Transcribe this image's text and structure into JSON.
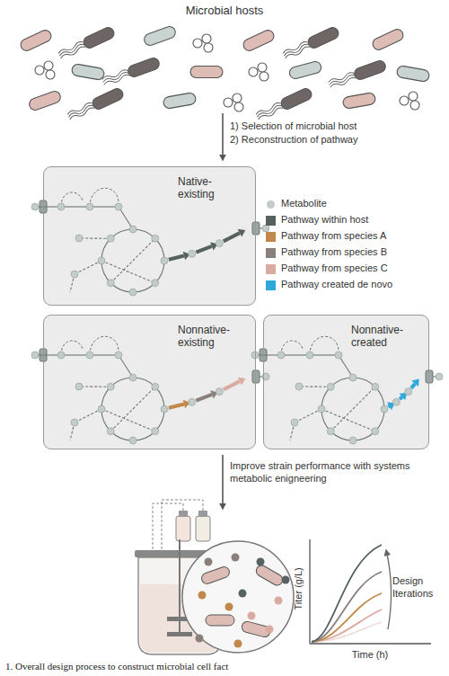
{
  "diagram": {
    "caption": "1. Overall design process to construct microbial cell fact",
    "nodes": [
      {
        "text": [
          "Native-existing"
        ]
      },
      {
        "text": [
          "Nonnative-existing"
        ]
      },
      {
        "text": [
          "Nonnative-created"
        ]
      }
    ],
    "labels": [
      "Microbial hosts",
      "1) Selection of microbial host",
      "2) Reconstruction of pathway",
      "Improve strain performance with systems metabolic enigneering",
      "Titer (g/L)",
      "Time (h)",
      "Design Iterations"
    ],
    "legend": [
      {
        "text": "Metabolite",
        "color": "#c2cdca"
      },
      {
        "text": "Pathway within host",
        "color": "#56625f"
      },
      {
        "text": "Pathway from species A",
        "color": "#c0884a"
      },
      {
        "text": "Pathway from species B",
        "color": "#8a7f7a"
      },
      {
        "text": "Pathway from species C",
        "color": "#d9aaa0"
      },
      {
        "text": "Pathway created de novo",
        "color": "#2ea8d8"
      }
    ]
  }
}
